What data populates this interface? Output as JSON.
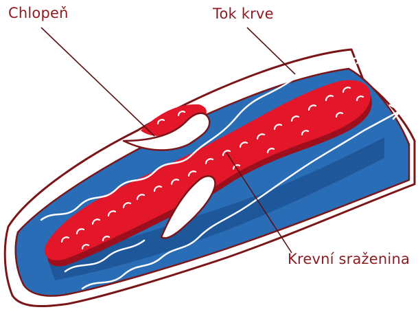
{
  "labels": {
    "valve": "Chlopeň",
    "blood_flow": "Tok krve",
    "blood_clot": "Krevní sraženina"
  },
  "colors": {
    "vessel_outline": "#7a1518",
    "vessel_wall": "#ffffff",
    "lumen": "#2a6db7",
    "lumen_shadow": "#1b4f8e",
    "clot": "#e3162a",
    "clot_shadow": "#9e0f1e",
    "leader_line": "#5a1014",
    "label_text": "#8c1a1f"
  },
  "icons": {
    "flow_arrows": "arrow-right-icon",
    "valve": "valve-flap-icon"
  }
}
